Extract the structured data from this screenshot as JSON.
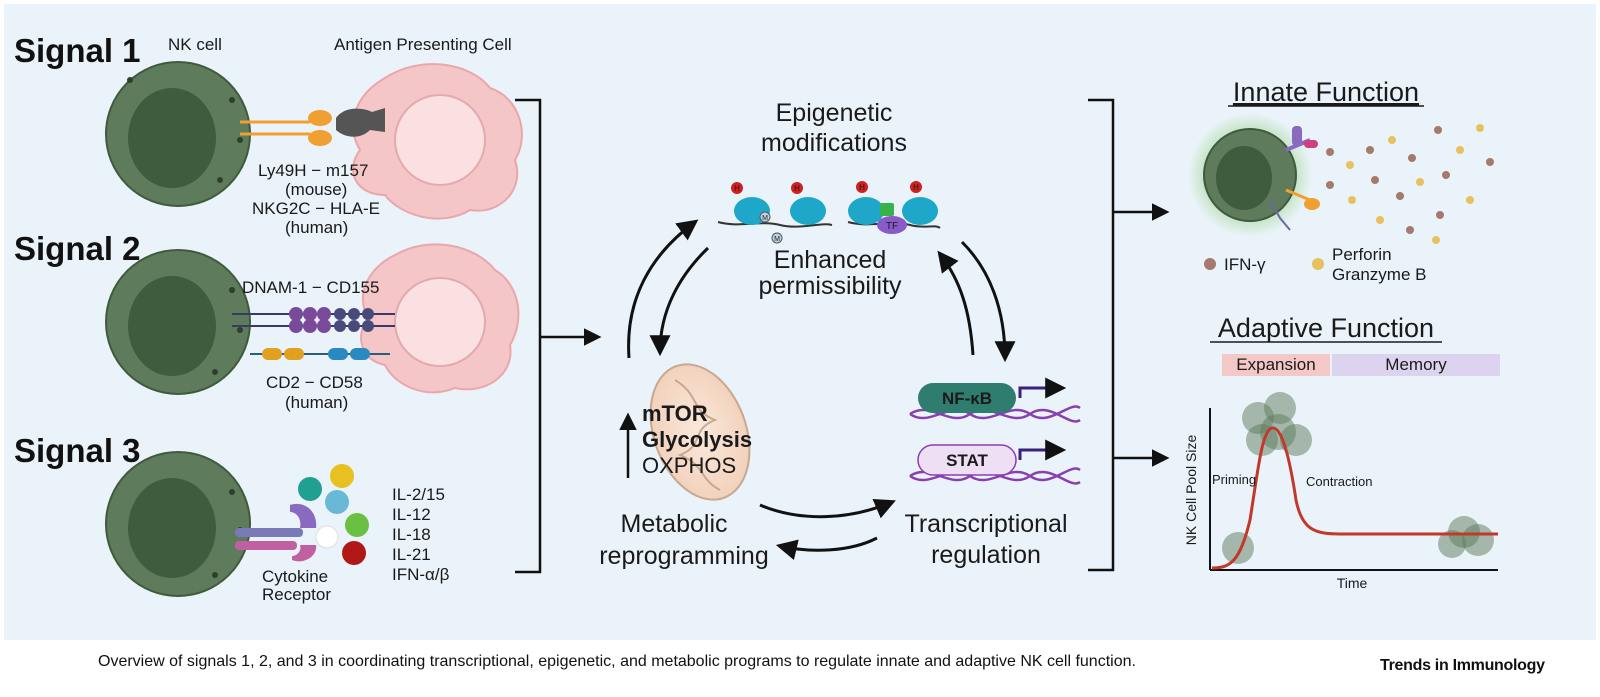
{
  "signal1": {
    "title": "Signal 1",
    "nk_label": "NK cell",
    "apc_label": "Antigen Presenting Cell",
    "lines": [
      "Ly49H − m157",
      "(mouse)",
      "NKG2C − HLA-E",
      "(human)"
    ]
  },
  "signal2": {
    "title": "Signal 2",
    "label1": "DNAM-1 − CD155",
    "lines": [
      "CD2 − CD58",
      "(human)"
    ]
  },
  "signal3": {
    "title": "Signal 3",
    "receptor_lines": [
      "Cytokine",
      "Receptor"
    ],
    "cytokines": [
      "IL-2/15",
      "IL-12",
      "IL-18",
      "IL-21",
      "IFN-α/β"
    ]
  },
  "cycle": {
    "epigenetic": [
      "Epigenetic",
      "modifications"
    ],
    "permissibility": [
      "Enhanced",
      "permissibility"
    ],
    "tf_label": "TF",
    "histone_mark": "H",
    "methyl_mark": "M",
    "metabolic": [
      "Metabolic",
      "reprogramming"
    ],
    "pathways_bold": [
      "mTOR",
      "Glycolysis"
    ],
    "pathway_plain": "OXPHOS",
    "transcriptional": [
      "Transcriptional",
      "regulation"
    ],
    "nfkb": "NF-κB",
    "stat": "STAT"
  },
  "innate": {
    "title": "Innate Function",
    "ifn": "IFN-γ",
    "perforin": [
      "Perforin",
      "Granzyme B"
    ]
  },
  "adaptive": {
    "title": "Adaptive Function",
    "expansion": "Expansion",
    "memory": "Memory",
    "ylabel": "NK Cell Pool Size",
    "xlabel": "Time",
    "priming": "Priming",
    "contraction": "Contraction"
  },
  "caption": "Overview of signals 1, 2, and 3 in coordinating transcriptional, epigenetic, and metabolic programs to regulate innate and adaptive NK cell function.",
  "journal": "Trends in Immunology",
  "colors": {
    "panel": "#eaf3f9",
    "nk_outer": "#5e7b5b",
    "nk_inner": "#3f5c3e",
    "apc_outer": "#f5c6c8",
    "apc_inner": "#fbe0e2",
    "orange": "#f0a030",
    "purple": "#7a4a9a",
    "teal": "#2e7d6e",
    "dna": "#8a3fb0",
    "curve": "#c0392b",
    "expansion_bar": "#f5c8c8",
    "memory_bar": "#dcd4ee"
  }
}
